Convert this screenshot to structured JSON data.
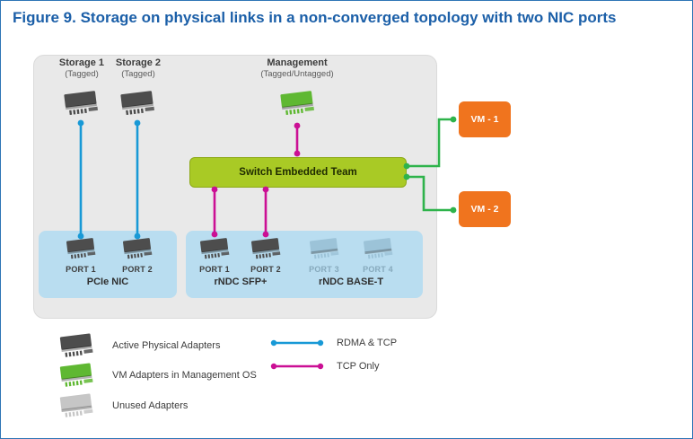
{
  "figure": {
    "title": "Figure 9. Storage on physical links in a non-converged topology with two NIC ports"
  },
  "nodes": {
    "storage1": {
      "label": "Storage 1",
      "sublabel": "(Tagged)"
    },
    "storage2": {
      "label": "Storage 2",
      "sublabel": "(Tagged)"
    },
    "management": {
      "label": "Management",
      "sublabel": "(Tagged/Untagged)"
    },
    "switch_team": {
      "label": "Switch Embedded Team"
    },
    "vm1": {
      "label": "VM - 1"
    },
    "vm2": {
      "label": "VM - 2"
    }
  },
  "nic_boxes": [
    {
      "groups": [
        {
          "name": "PCIe NIC",
          "type": "active",
          "ports": [
            {
              "label": "PORT 1"
            },
            {
              "label": "PORT 2"
            }
          ]
        }
      ]
    },
    {
      "groups": [
        {
          "name": "rNDC SFP+",
          "type": "active",
          "ports": [
            {
              "label": "PORT 1"
            },
            {
              "label": "PORT 2"
            }
          ]
        },
        {
          "name": "rNDC BASE-T",
          "type": "unused",
          "ports": [
            {
              "label": "PORT 3"
            },
            {
              "label": "PORT 4"
            }
          ]
        }
      ]
    }
  ],
  "legend": {
    "adapters": [
      {
        "label": "Active Physical Adapters",
        "type": "active"
      },
      {
        "label": "VM Adapters in Management OS",
        "type": "vm"
      },
      {
        "label": "Unused Adapters",
        "type": "unused"
      }
    ],
    "lines": [
      {
        "label": "RDMA & TCP",
        "type": "rdma"
      },
      {
        "label": "TCP Only",
        "type": "tcp"
      }
    ]
  },
  "connections": [
    {
      "from": "Storage 1",
      "to": "PCIe NIC PORT 1",
      "line": "rdma-tcp"
    },
    {
      "from": "Storage 2",
      "to": "PCIe NIC PORT 2",
      "line": "rdma-tcp"
    },
    {
      "from": "Management",
      "to": "Switch Embedded Team",
      "line": "tcp-only"
    },
    {
      "from": "Switch Embedded Team",
      "to": "rNDC SFP+ PORT 1",
      "line": "tcp-only"
    },
    {
      "from": "Switch Embedded Team",
      "to": "rNDC SFP+ PORT 2",
      "line": "tcp-only"
    },
    {
      "from": "Switch Embedded Team",
      "to": "VM - 1",
      "line": "green"
    },
    {
      "from": "Switch Embedded Team",
      "to": "VM - 2",
      "line": "green"
    }
  ],
  "icons": {
    "adapter": "network-interface-card"
  },
  "colors": {
    "title": "#1b5fa8",
    "border": "#2e75b6",
    "panel": "#e9e9e9",
    "portbox": "#b9ddf0",
    "switch": "#a9ca25",
    "vm": "#f0741e",
    "line-blue": "#1899d6",
    "line-magenta": "#cb0f94",
    "line-green": "#2eb34b",
    "adapter-active": "#4d4d4d",
    "adapter-vm": "#5fb832",
    "adapter-unused": "#c6c6c6",
    "adapter-unused-port": "#9cc3d8"
  }
}
